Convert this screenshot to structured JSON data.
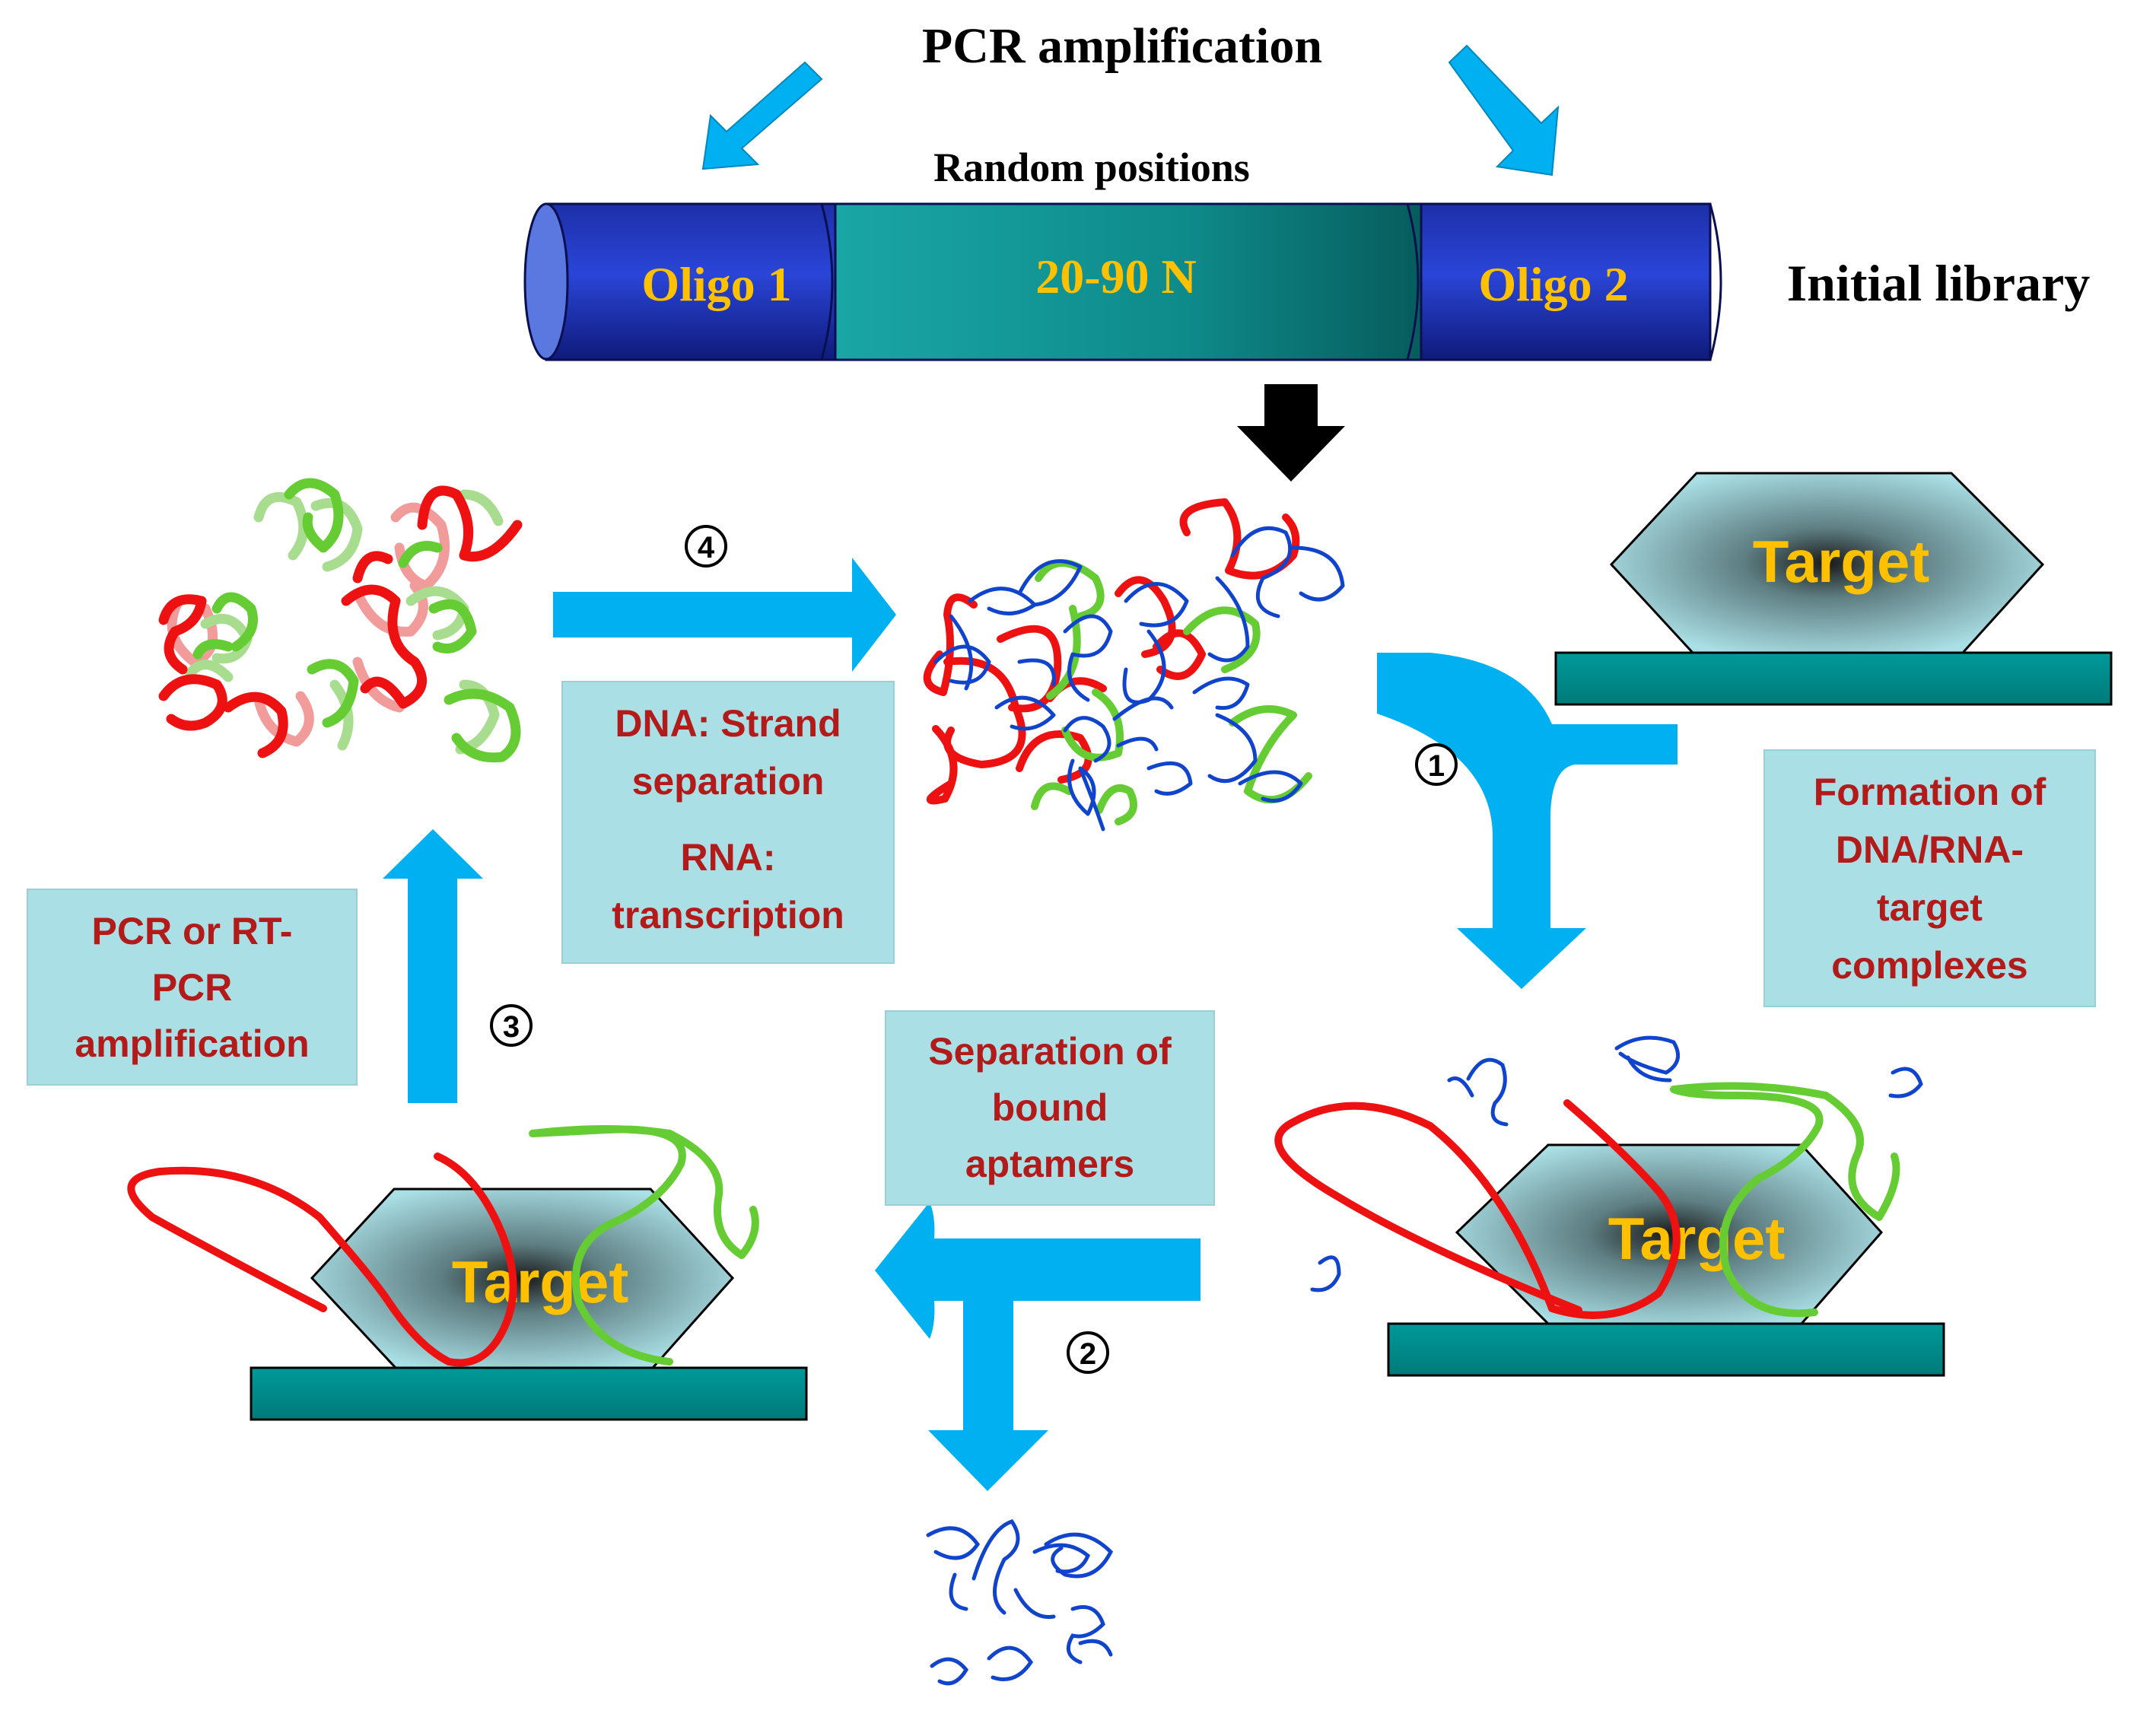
{
  "top": {
    "pcr_amplification": "PCR amplification",
    "random_positions": "Random positions",
    "initial_library": "Initial library"
  },
  "library": {
    "oligo1": "Oligo 1",
    "middle": "20-90 N",
    "oligo2": "Oligo 2"
  },
  "targets": {
    "label": "Target"
  },
  "steps": {
    "step1": "1",
    "step2": "2",
    "step3": "3",
    "step4": "4"
  },
  "boxes": {
    "strand": {
      "line1": "DNA: Strand",
      "line2": "separation",
      "line3": "RNA:",
      "line4": "transcription"
    },
    "pcr": {
      "line1": "PCR or RT-",
      "line2": "PCR",
      "line3": "amplification"
    },
    "formation": {
      "line1": "Formation of",
      "line2": "DNA/RNA-",
      "line3": "target",
      "line4": "complexes"
    },
    "separation": {
      "line1": "Separation of",
      "line2": "bound",
      "line3": "aptamers"
    }
  },
  "colors": {
    "arrow": "#00b0f0",
    "platform": "#008b8b",
    "target_fill": "#a9dfe5",
    "target_text": "#ffc000",
    "library_dark_blue": "#1f2fbf",
    "library_teal": "#0e8c8c",
    "label_red": "#b31b1b",
    "strand_red": "#ee1111",
    "strand_green": "#66cc33",
    "strand_blue": "#1144cc"
  }
}
